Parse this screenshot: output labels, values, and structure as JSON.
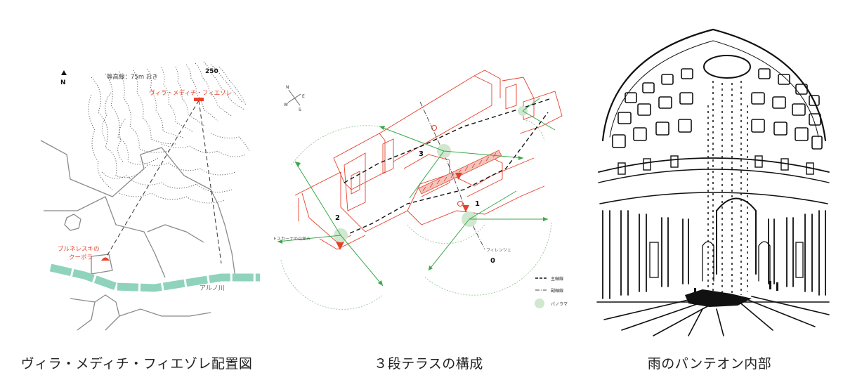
{
  "panels": {
    "map": {
      "north": "N",
      "contour_note": "等高線：75m おき",
      "elevation": "250",
      "villa_label": "ヴィラ・メディチ・フィエゾレ",
      "dome_label_1": "ブルネレスキの",
      "dome_label_2": "クーポラ",
      "river_label": "アルノ川",
      "caption": "ヴィラ・メディチ・フィエゾレ配置図",
      "colors": {
        "accent": "#e8402a",
        "river": "#8fd3bd",
        "line": "#8a8a8a"
      }
    },
    "terrace": {
      "compass": {
        "n": "N",
        "e": "E",
        "s": "S",
        "w": "W"
      },
      "level_1": "1",
      "level_2": "2",
      "level_3": "3",
      "level_0": "0",
      "tuscany_label": "トスカーナの山並み",
      "florence_label": "フィレンツェ",
      "legend": {
        "main_axis": "主軸線",
        "sub_axis": "副軸線",
        "panorama": "パノラマ"
      },
      "caption": "３段テラスの構成",
      "colors": {
        "building": "#e8402a",
        "view": "#3aa84a",
        "panorama": "#cfe8cf"
      }
    },
    "pantheon": {
      "caption": "雨のパンテオン内部"
    }
  }
}
